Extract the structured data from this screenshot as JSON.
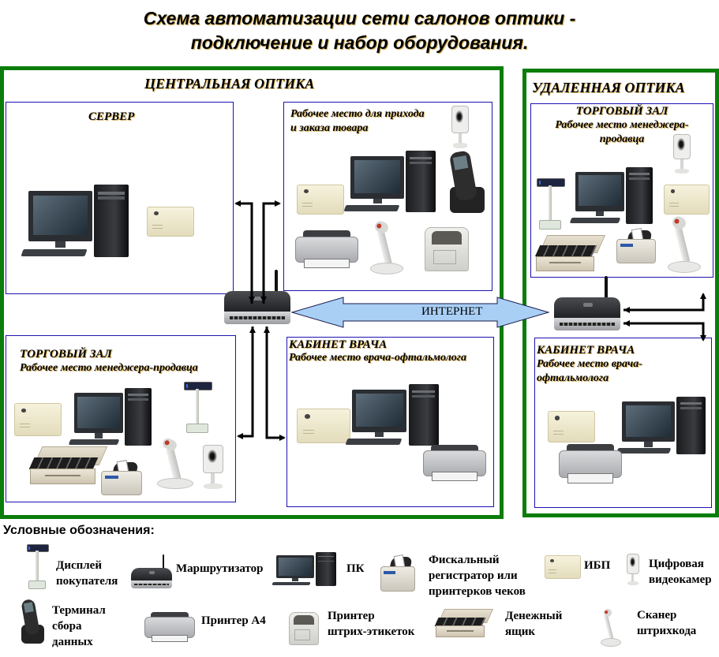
{
  "title": {
    "line1": "Схема автоматизации сети салонов оптики -",
    "line2": "подключение и набор оборудования."
  },
  "central": {
    "title": "ЦЕНТРАЛЬНАЯ ОПТИКА",
    "server": {
      "title": "СЕРВЕР",
      "devices": [
        "pc",
        "ups"
      ]
    },
    "receiving": {
      "title_line1": "Рабочее место для прихода",
      "title_line2": "и заказа товара",
      "devices": [
        "camera",
        "pc",
        "data-terminal",
        "ups",
        "printer-a4",
        "barcode-scanner",
        "label-printer"
      ]
    },
    "sales_hall": {
      "title": "ТОРГОВЫЙ ЗАЛ",
      "subtitle": "Рабочее место менеджера-продавца",
      "devices": [
        "ups",
        "pc",
        "customer-display",
        "cash-drawer",
        "fiscal-printer",
        "barcode-scanner",
        "camera"
      ]
    },
    "doctor": {
      "title": "КАБИНЕТ ВРАЧА",
      "subtitle": "Рабочее место врача-офтальмолога",
      "devices": [
        "ups",
        "pc",
        "printer-a4"
      ]
    }
  },
  "internet": {
    "label": "ИНТЕРНЕТ",
    "color": "#a9cff5"
  },
  "remote": {
    "title": "УДАЛЕННАЯ ОПТИКА",
    "sales_hall": {
      "title": "ТОРГОВЫЙ ЗАЛ",
      "subtitle_line1": "Рабочее место менеджера-",
      "subtitle_line2": "продавца",
      "devices": [
        "camera",
        "customer-display",
        "pc",
        "ups",
        "barcode-scanner",
        "cash-drawer",
        "fiscal-printer"
      ]
    },
    "doctor": {
      "title": "КАБИНЕТ ВРАЧА",
      "subtitle_line1": "Рабочее место врача-",
      "subtitle_line2": "офтальмолога",
      "devices": [
        "ups",
        "pc",
        "printer-a4"
      ]
    }
  },
  "legend": {
    "title": "Условные обозначения:",
    "items": [
      {
        "icon": "customer-display",
        "line1": "Дисплей",
        "line2": "покупателя",
        "line3": ""
      },
      {
        "icon": "router",
        "line1": "Маршрутизатор",
        "line2": "",
        "line3": ""
      },
      {
        "icon": "pc",
        "line1": "ПК",
        "line2": "",
        "line3": ""
      },
      {
        "icon": "fiscal-printer",
        "line1": "Фискальный",
        "line2": "регистратор или",
        "line3": "принтерков чеков"
      },
      {
        "icon": "ups",
        "line1": "ИБП",
        "line2": "",
        "line3": ""
      },
      {
        "icon": "camera",
        "line1": "Цифровая",
        "line2": "видеокамер",
        "line3": ""
      },
      {
        "icon": "data-terminal",
        "line1": "Терминал",
        "line2": "сбора",
        "line3": "данных"
      },
      {
        "icon": "printer-a4",
        "line1": "Принтер А4",
        "line2": "",
        "line3": ""
      },
      {
        "icon": "label-printer",
        "line1": "Принтер",
        "line2": "штрих-этикеток",
        "line3": ""
      },
      {
        "icon": "cash-drawer",
        "line1": "Денежный",
        "line2": "ящик",
        "line3": ""
      },
      {
        "icon": "barcode-scanner",
        "line1": "Сканер",
        "line2": "штрихкода",
        "line3": ""
      }
    ]
  },
  "colors": {
    "site_border": "#0b7d0b",
    "room_border": "#1d12b0",
    "internet_arrow": "#a9cff5",
    "connector": "#000000"
  }
}
